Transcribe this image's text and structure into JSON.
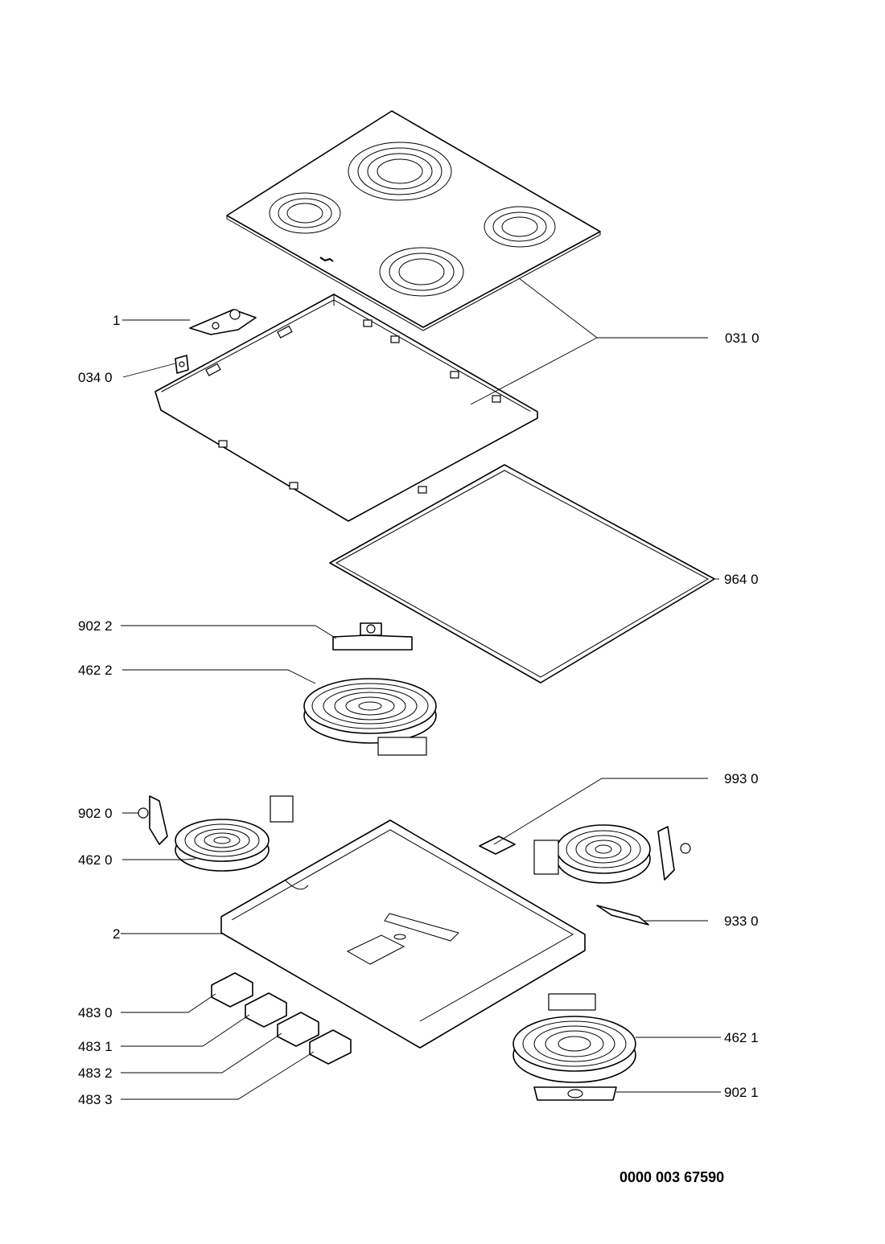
{
  "labels": {
    "l_1": "1",
    "l_0310": "031 0",
    "l_0340": "034 0",
    "l_9640": "964 0",
    "l_9022": "902 2",
    "l_4622": "462 2",
    "l_9930": "993 0",
    "l_9020": "902 0",
    "l_4620": "462 0",
    "l_9330": "933 0",
    "l_2": "2",
    "l_4830": "483 0",
    "l_4831": "483 1",
    "l_4832": "483 2",
    "l_4833": "483 3",
    "l_4621": "462 1",
    "l_9021": "902 1"
  },
  "drawing_code": "0000 003 67590"
}
